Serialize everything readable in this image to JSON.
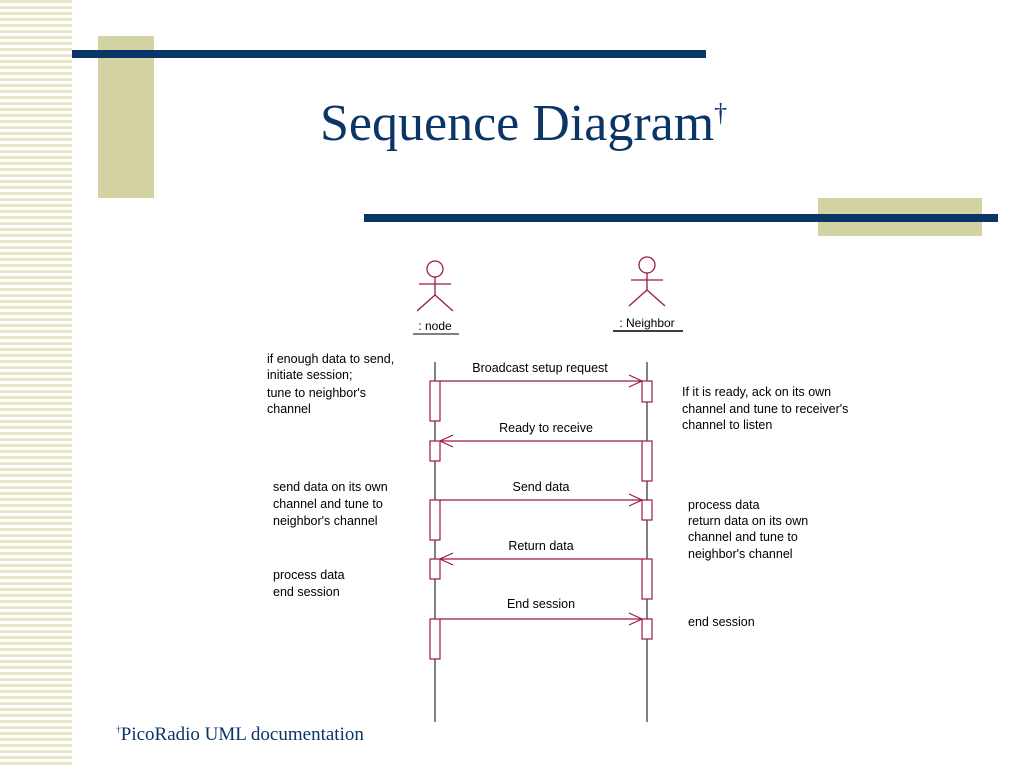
{
  "title": "Sequence Diagram",
  "title_mark": "†",
  "footnote": {
    "mark": "†",
    "text": "PicoRadio UML documentation"
  },
  "actors": [
    ": node",
    ": Neighbor"
  ],
  "messages": [
    {
      "label": "Broadcast setup request",
      "direction": "node-to-neighbor"
    },
    {
      "label": "Ready to receive",
      "direction": "neighbor-to-node"
    },
    {
      "label": "Send data",
      "direction": "node-to-neighbor"
    },
    {
      "label": "Return data",
      "direction": "neighbor-to-node"
    },
    {
      "label": "End session",
      "direction": "node-to-neighbor"
    }
  ],
  "node_notes": [
    [
      "if enough data to send,",
      "initiate session;",
      "tune to neighbor's",
      "channel"
    ],
    [
      "send data on its own",
      "channel and tune to",
      "neighbor's channel"
    ],
    [
      "process data",
      "end session"
    ]
  ],
  "neighbor_notes": [
    [
      "If it is ready, ack on its own",
      "channel and tune to receiver's",
      "channel to listen"
    ],
    [
      "process data",
      "return data on its own",
      "channel and tune to",
      "neighbor's channel"
    ],
    [
      "end session"
    ]
  ],
  "colors": {
    "navy": "#0b3566",
    "tan": "#d2d2a2",
    "stripe": "#e8e6c6",
    "message": "#9b1b3e"
  }
}
